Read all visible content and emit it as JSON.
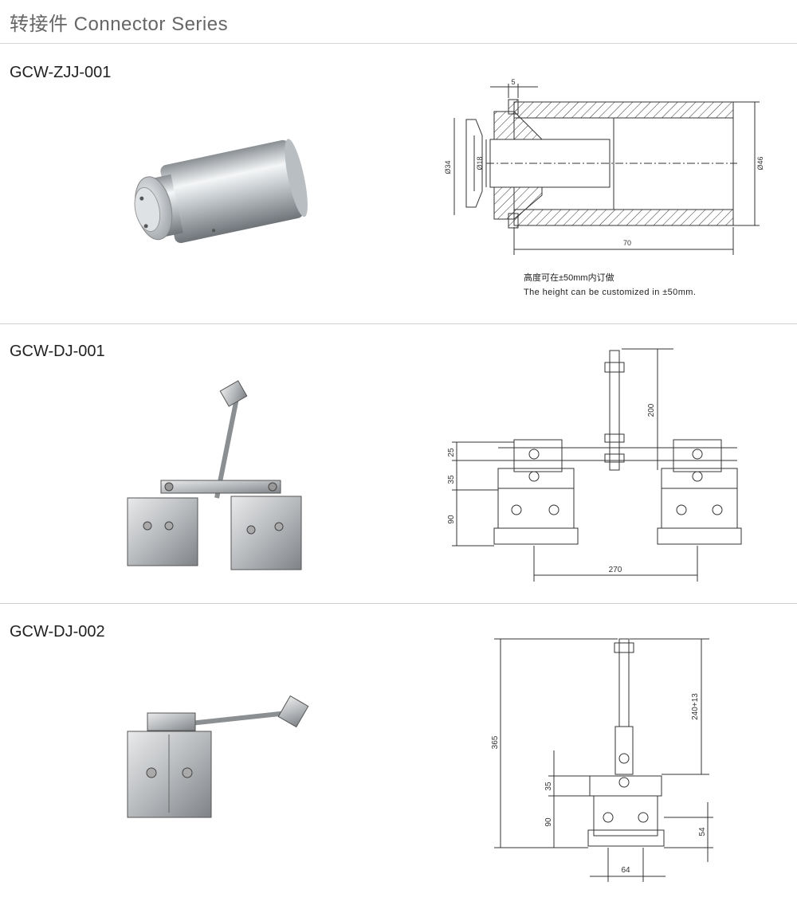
{
  "header": {
    "title": "转接件  Connector Series"
  },
  "products": [
    {
      "model": "GCW-ZJJ-001",
      "dims": {
        "a": "5",
        "b": "Ø34",
        "c": "Ø18",
        "d": "Ø46",
        "e": "70"
      },
      "note_cn": "高度可在±50mm内订做",
      "note_en": "The height can be customized in ±50mm."
    },
    {
      "model": "GCW-DJ-001",
      "dims": {
        "a": "200",
        "b": "25",
        "c": "35",
        "d": "90",
        "e": "270"
      }
    },
    {
      "model": "GCW-DJ-002",
      "dims": {
        "a": "365",
        "b": "240+13",
        "c": "35",
        "d": "90",
        "e": "54",
        "f": "64"
      }
    }
  ]
}
